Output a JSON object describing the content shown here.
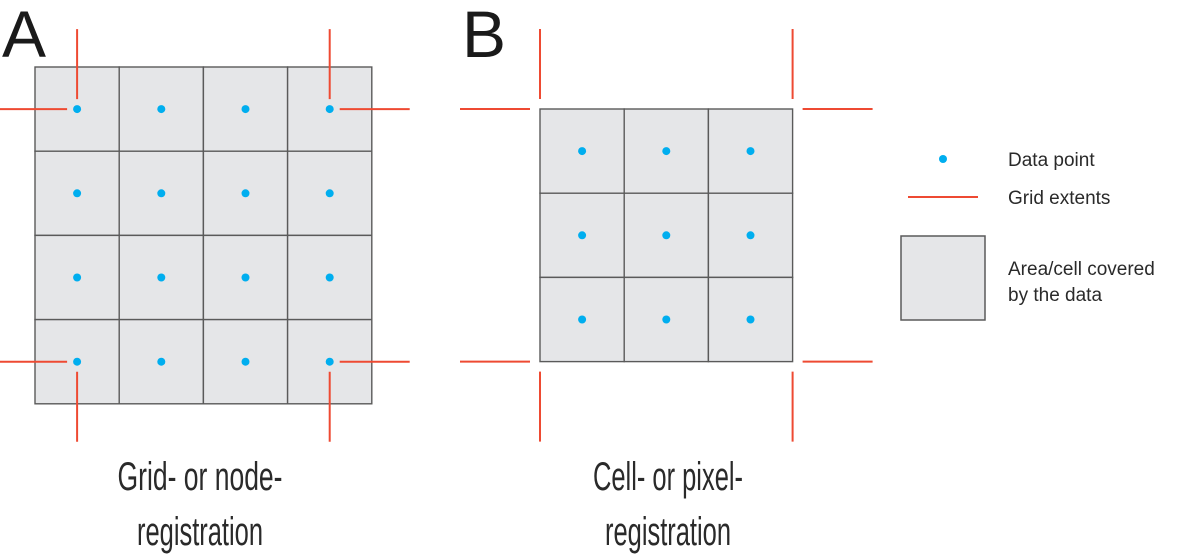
{
  "colors": {
    "cell_fill": "#e5e6e8",
    "cell_stroke": "#5a5a5a",
    "data_point": "#00aeef",
    "grid_extent": "#ee4a32",
    "text": "#2a2a2a"
  },
  "panels": [
    {
      "id": "A",
      "letter": "A",
      "registration": "grid",
      "rows": 4,
      "cols": 4,
      "caption_line1": "Grid- or node-",
      "caption_line2": "registration"
    },
    {
      "id": "B",
      "letter": "B",
      "registration": "pixel",
      "rows": 3,
      "cols": 3,
      "caption_line1": "Cell- or pixel-",
      "caption_line2": "registration"
    }
  ],
  "legend": {
    "data_point_label": "Data point",
    "grid_extents_label": "Grid extents",
    "area_label_line1": "Area/cell covered",
    "area_label_line2": "by the data"
  }
}
